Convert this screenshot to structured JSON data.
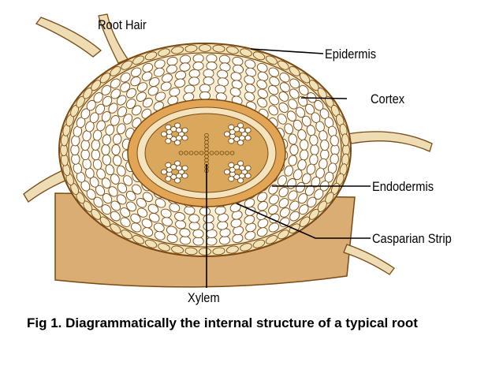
{
  "labels": {
    "root_hair": "Root Hair",
    "epidermis": "Epidermis",
    "cortex": "Cortex",
    "endodermis": "Endodermis",
    "casparian_strip": "Casparian Strip",
    "xylem": "Xylem"
  },
  "caption": "Fig 1. Diagrammatically the internal structure of a typical root",
  "colors": {
    "cell_outline": "#7a4a12",
    "cell_fill": "#ffffff",
    "epidermis_band": "#f2e2b8",
    "cortex_bg": "#f7efd5",
    "endodermis_band": "#e2a455",
    "stele_fill": "#d9a85c",
    "xylem_cell": "#ffffff",
    "stem_body": "#d9ad74",
    "root_hair": "#eedcb4"
  }
}
